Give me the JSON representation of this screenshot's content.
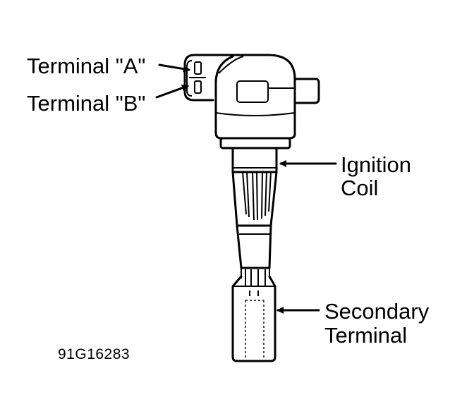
{
  "labels": {
    "terminal_a": "Terminal \"A\"",
    "terminal_b": "Terminal \"B\"",
    "ignition_coil_line1": "Ignition",
    "ignition_coil_line2": "Coil",
    "secondary_terminal_line1": "Secondary",
    "secondary_terminal_line2": "Terminal",
    "figure_code": "91G16283"
  }
}
